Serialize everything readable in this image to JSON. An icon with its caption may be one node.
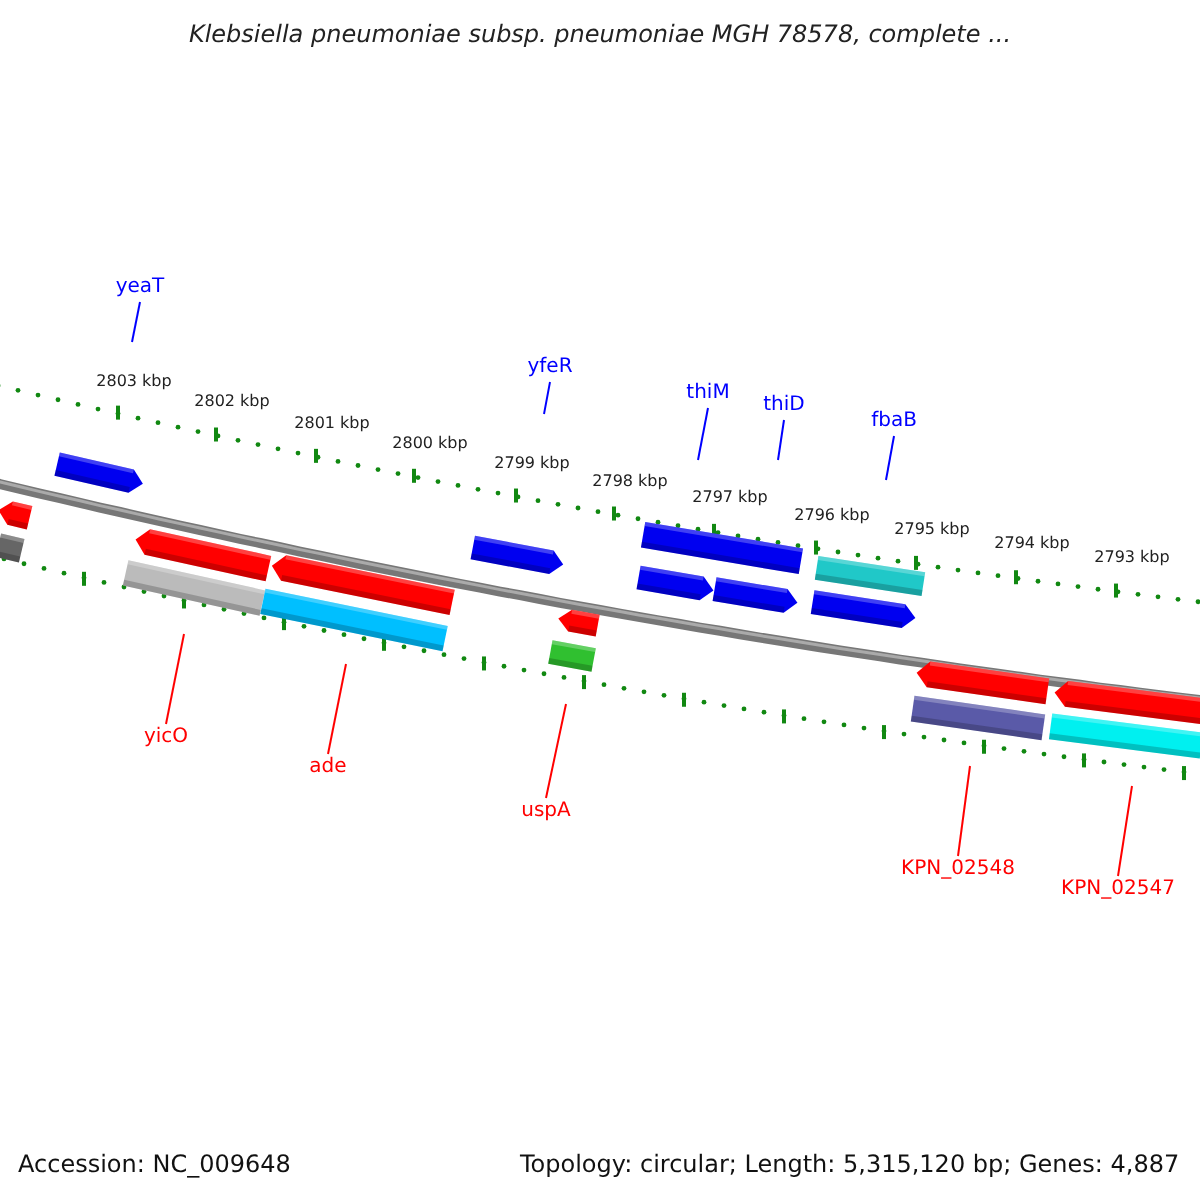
{
  "diagram": {
    "title": "Klebsiella pneumoniae subsp. pneumoniae MGH 78578, complete ...",
    "nodes": [
      {
        "text": [
          "yeaT"
        ]
      },
      {
        "text": [
          "yfeR"
        ]
      },
      {
        "text": [
          "thiM"
        ]
      },
      {
        "text": [
          "thiD"
        ]
      },
      {
        "text": [
          "fbaB"
        ]
      },
      {
        "text": [
          "yicO"
        ]
      },
      {
        "text": [
          "ade"
        ]
      },
      {
        "text": [
          "uspA"
        ]
      },
      {
        "text": [
          "KPN_02548"
        ]
      },
      {
        "text": [
          "KPN_02547"
        ]
      }
    ],
    "edges": [
      {
        "from": 0,
        "to": null,
        "arrow": "none",
        "color": "#0000ff"
      },
      {
        "from": 1,
        "to": null,
        "arrow": "none",
        "color": "#0000ff"
      },
      {
        "from": 2,
        "to": null,
        "arrow": "none",
        "color": "#0000ff"
      },
      {
        "from": 3,
        "to": null,
        "arrow": "none",
        "color": "#0000ff"
      },
      {
        "from": 4,
        "to": null,
        "arrow": "none",
        "color": "#0000ff"
      },
      {
        "from": 5,
        "to": null,
        "arrow": "none",
        "color": "#ff0000"
      },
      {
        "from": 6,
        "to": null,
        "arrow": "none",
        "color": "#ff0000"
      },
      {
        "from": 7,
        "to": null,
        "arrow": "none",
        "color": "#ff0000"
      },
      {
        "from": 8,
        "to": null,
        "arrow": "none",
        "color": "#ff0000"
      },
      {
        "from": 9,
        "to": null,
        "arrow": "none",
        "color": "#ff0000"
      }
    ],
    "labels": [
      "2803 kbp",
      "2802 kbp",
      "2801 kbp",
      "2800 kbp",
      "2799 kbp",
      "2798 kbp",
      "2797 kbp",
      "2796 kbp",
      "2795 kbp",
      "2794 kbp",
      "2793 kbp",
      "Accession: NC_009648",
      "Topology: circular; Length: 5,315,120 bp; Genes: 4,887"
    ]
  }
}
